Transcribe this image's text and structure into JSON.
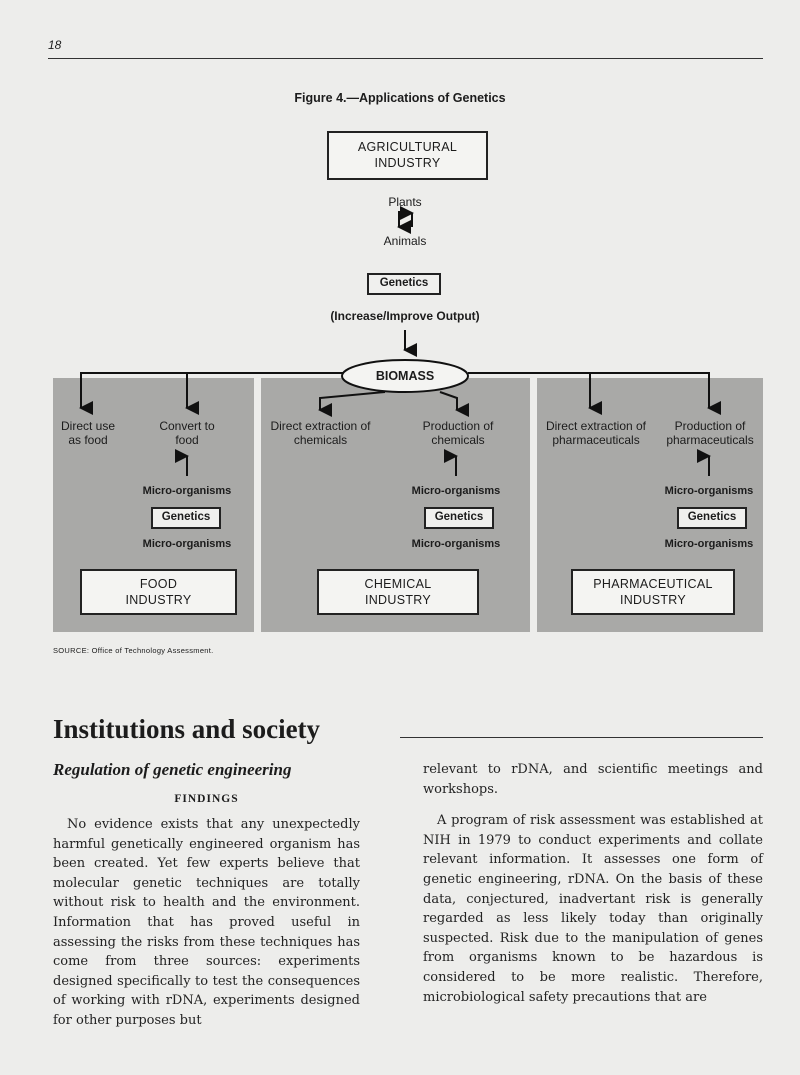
{
  "page_number": "18",
  "figure": {
    "title": "Figure 4.—Applications of Genetics",
    "agri_box": [
      "AGRICULTURAL",
      "INDUSTRY"
    ],
    "plants": "Plants",
    "animals": "Animals",
    "genetics": "Genetics",
    "output_note": "(Increase/Improve Output)",
    "biomass": "BIOMASS",
    "col1": {
      "direct_use": [
        "Direct use",
        "as food"
      ],
      "convert": [
        "Convert to",
        "food"
      ],
      "micro": "Micro-organisms",
      "genetics": "Genetics",
      "micro2": "Micro-organisms",
      "industry": [
        "FOOD",
        "INDUSTRY"
      ]
    },
    "col2": {
      "direct": [
        "Direct extraction of",
        "chemicals"
      ],
      "production": [
        "Production of",
        "chemicals"
      ],
      "micro": "Micro-organisms",
      "genetics": "Genetics",
      "micro2": "Micro-organisms",
      "industry": [
        "CHEMICAL",
        "INDUSTRY"
      ]
    },
    "col3": {
      "direct": [
        "Direct extraction of",
        "pharmaceuticals"
      ],
      "production": [
        "Production of",
        "pharmaceuticals"
      ],
      "micro": "Micro-organisms",
      "genetics": "Genetics",
      "micro2": "Micro-organisms",
      "industry": [
        "PHARMACEUTICAL",
        "INDUSTRY"
      ]
    },
    "source": "SOURCE: Office of Technology Assessment."
  },
  "section": {
    "heading": "Institutions and society",
    "subheading": "Regulation of genetic engineering",
    "findings": "FINDINGS",
    "left_text": "No evidence exists that any unexpectedly harmful genetically engineered organism has been created. Yet few experts believe that molecular genetic techniques are totally without risk to health and the environment. Information that has proved useful in assessing the risks from these techniques has come from three sources: experiments designed specifically to test the consequences of working with rDNA, experiments designed for other purposes but",
    "right_text_1": "relevant to rDNA, and scientific meetings and workshops.",
    "right_text_2": "A program of risk assessment was established at NIH in 1979 to conduct experiments and collate relevant information. It assesses one form of genetic engineering, rDNA. On the basis of these data, conjectured, inadvertant risk is generally regarded as less likely today than originally suspected. Risk due to the manipulation of genes from organisms known to be hazardous is considered to be more realistic. Therefore, microbiological safety precautions that are"
  }
}
